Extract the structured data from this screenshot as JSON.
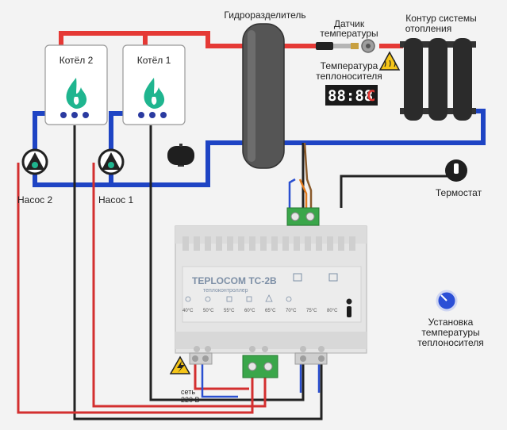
{
  "labels": {
    "boiler2": "Котёл 2",
    "boiler1": "Котёл 1",
    "hydro_separator": "Гидроразделитель",
    "temp_sensor_line1": "Датчик",
    "temp_sensor_line2": "температуры",
    "heating_circuit_line1": "Контур системы",
    "heating_circuit_line2": "отопления",
    "coolant_temp_line1": "Температура",
    "coolant_temp_line2": "теплоносителя",
    "pump2": "Насос 2",
    "pump1": "Насос 1",
    "thermostat": "Термостат",
    "setpoint_line1": "Установка",
    "setpoint_line2": "температуры",
    "setpoint_line3": "теплоносителя",
    "mains_line1": "сеть",
    "mains_line2": "220 В"
  },
  "display": {
    "digits": "88:88",
    "unit": "C"
  },
  "controller": {
    "brand": "TEPLOCOM TC-2B",
    "subtitle": "теплоконтроллер",
    "temps": [
      "40°C",
      "50°C",
      "55°C",
      "60°C",
      "65°C",
      "70°C",
      "75°C",
      "80°C"
    ]
  },
  "colors": {
    "supply_pipe": "#e53935",
    "return_pipe": "#1e44c4",
    "wire_red": "#d32f2f",
    "wire_black": "#222222",
    "flame": "#1fb58f",
    "terminal_green": "#3aa64a",
    "controller_body": "#e4e4e4",
    "hydro_separator": "#555555"
  },
  "icons": [
    "flame-icon",
    "pump-icon",
    "expansion-tank-icon",
    "radiator-icon",
    "hot-surface-warning-icon",
    "high-voltage-warning-icon",
    "thermostat-switch-icon",
    "setpoint-knob-icon",
    "temperature-sensor-icon"
  ]
}
